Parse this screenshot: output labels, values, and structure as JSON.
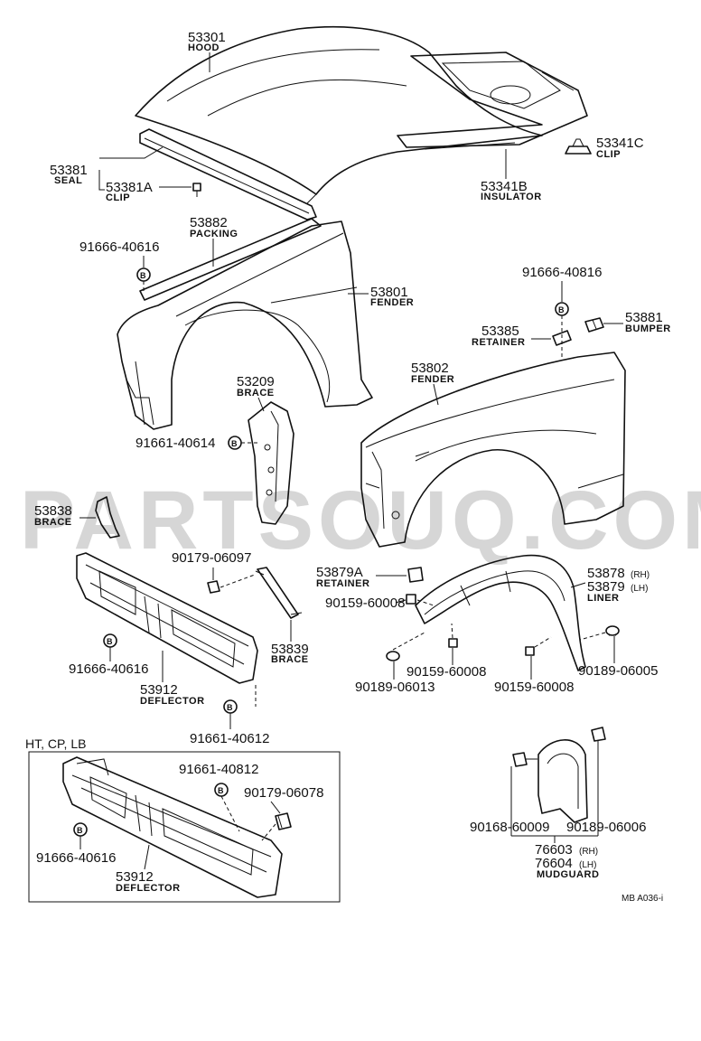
{
  "watermark": "PARTSOUQ.COM",
  "section_label": "HT, CP, LB",
  "diagram_code": "MB A036-i",
  "badge_letter": "B",
  "labels": {
    "hood": {
      "number": "53301",
      "name": "HOOD"
    },
    "seal": {
      "number": "53381",
      "name": "SEAL"
    },
    "clip_53381a": {
      "number": "53381A",
      "name": "CLIP"
    },
    "insulator": {
      "number": "53341B",
      "name": "INSULATOR"
    },
    "clip_53341c": {
      "number": "53341C",
      "name": "CLIP"
    },
    "packing": {
      "number": "53882",
      "name": "PACKING"
    },
    "bolt_pack": {
      "number": "91666-40616"
    },
    "fender_left": {
      "number": "53801",
      "name": "FENDER"
    },
    "bolt_bumper": {
      "number": "91666-40816"
    },
    "retainer": {
      "number": "53385",
      "name": "RETAINER"
    },
    "bumper": {
      "number": "53881",
      "name": "BUMPER"
    },
    "brace_53209": {
      "number": "53209",
      "name": "BRACE"
    },
    "fender_right": {
      "number": "53802",
      "name": "FENDER"
    },
    "bolt_brace": {
      "number": "91661-40614"
    },
    "brace_53838": {
      "number": "53838",
      "name": "BRACE"
    },
    "nut_top": {
      "number": "90179-06097"
    },
    "retainer_53879a": {
      "number": "53879A",
      "name": "RETAINER"
    },
    "liner": {
      "number_rh": "53878",
      "suffix_rh": "(RH)",
      "number_lh": "53879",
      "suffix_lh": "(LH)",
      "name": "LINER"
    },
    "screw_liner": {
      "number": "90159-60008"
    },
    "brace_53839": {
      "number": "53839",
      "name": "BRACE"
    },
    "bolt_deflector": {
      "number": "91666-40616"
    },
    "deflector": {
      "number": "53912",
      "name": "DEFLECTOR"
    },
    "screw_low1": {
      "number": "90159-60008"
    },
    "clip_90189_a": {
      "number": "90189-06005"
    },
    "clip_90189_b": {
      "number": "90189-06013"
    },
    "screw_low2": {
      "number": "90159-60008"
    },
    "bolt_lower": {
      "number": "91661-40612"
    },
    "ht_bolt1": {
      "number": "91661-40812"
    },
    "ht_nut": {
      "number": "90179-06078"
    },
    "ht_bolt2": {
      "number": "91666-40616"
    },
    "ht_deflector": {
      "number": "53912",
      "name": "DEFLECTOR"
    },
    "mud_screw": {
      "number": "90168-60009"
    },
    "mud_clip": {
      "number": "90189-06006"
    },
    "mudguard": {
      "number_rh": "76603",
      "suffix_rh": "(RH)",
      "number_lh": "76604",
      "suffix_lh": "(LH)",
      "name": "MUDGUARD"
    }
  }
}
